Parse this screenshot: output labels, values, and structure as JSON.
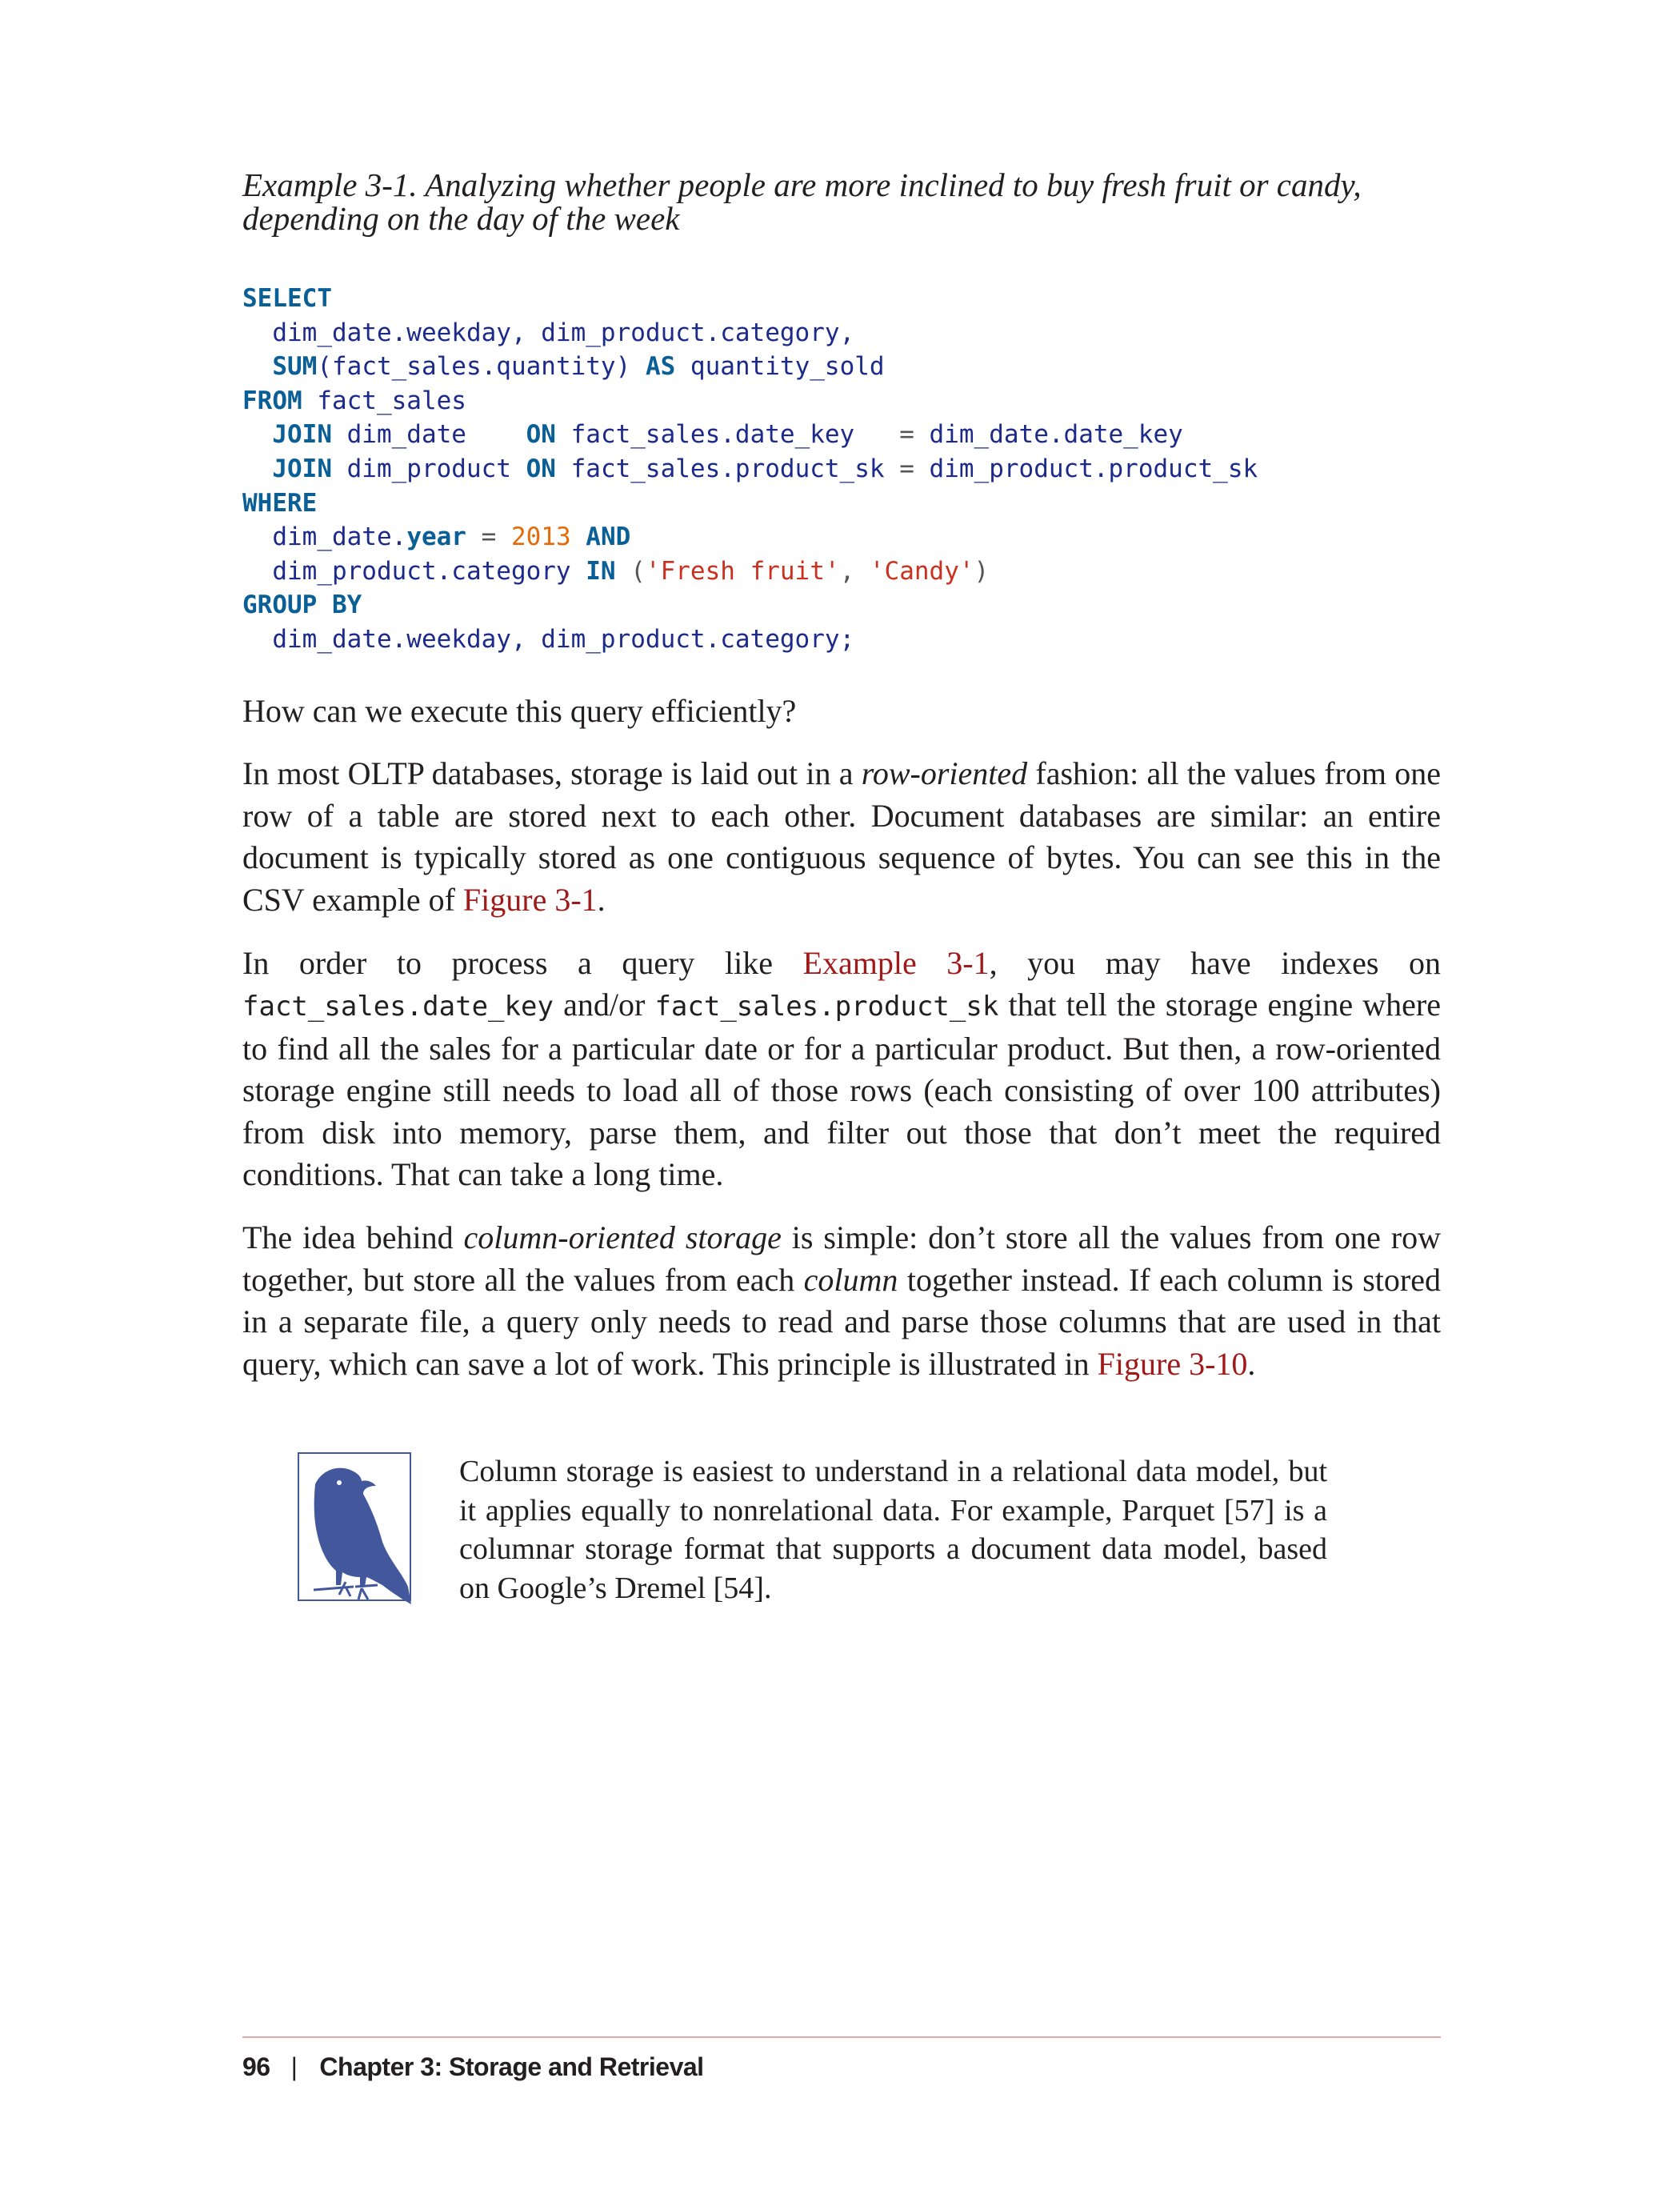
{
  "example": {
    "caption_line1": "Example 3-1. Analyzing whether people are more inclined to buy fresh fruit or candy,",
    "caption_line2": "depending on the day of the week"
  },
  "code": {
    "select": "SELECT",
    "l2": "  dim_date.weekday, dim_product.category,",
    "l3_fn": "SUM",
    "l3_arg": "(fact_sales.quantity) ",
    "l3_as": "AS",
    "l3_alias": " quantity_sold",
    "from": "FROM",
    "from_tbl": " fact_sales",
    "join": "JOIN",
    "j1_tbl": " dim_date    ",
    "on": "ON",
    "j1_cond_a": " fact_sales.date_key   ",
    "eq": "=",
    "j1_cond_b": " dim_date.date_key",
    "j2_tbl": " dim_product ",
    "j2_cond_a": " fact_sales.product_sk ",
    "j2_cond_b": " dim_product.product_sk",
    "where": "WHERE",
    "w1_a": "  dim_date.",
    "w1_year": "year",
    "w1_eq": " = ",
    "w1_num": "2013",
    "and": "AND",
    "w2_a": "  dim_product.category ",
    "in": "IN",
    "w2_open": " (",
    "str1": "'Fresh fruit'",
    "comma": ", ",
    "str2": "'Candy'",
    "w2_close": ")",
    "group_by": "GROUP BY",
    "g1": "  dim_date.weekday, dim_product.category;"
  },
  "paragraphs": {
    "p1": "How can we execute this query efficiently?",
    "p2_a": "In most OLTP databases, storage is laid out in a ",
    "p2_em": "row-oriented",
    "p2_b": " fashion: all the values from one row of a table are stored next to each other. Document databases are simi­lar: an entire document is typically stored as one contiguous sequence of bytes. You can see this in the CSV example of ",
    "p2_xref": "Figure 3-1",
    "p2_c": ".",
    "p3_a": "In order to process a query like ",
    "p3_xref": "Example 3-1",
    "p3_b": ", you may have indexes on ",
    "p3_code1": "fact_sales.date_key",
    "p3_c": " and/or ",
    "p3_code2": "fact_sales.product_sk",
    "p3_d": " that tell the storage engine where to find all the sales for a particular date or for a particular product. But then, a row-oriented storage engine still needs to load all of those rows (each consisting of over 100 attributes) from disk into memory, parse them, and filter out those that don’t meet the required conditions. That can take a long time.",
    "p4_a": "The idea behind ",
    "p4_em1": "column-oriented storage",
    "p4_b": " is simple: don’t store all the values from one row together, but store all the values from each ",
    "p4_em2": "column",
    "p4_c": " together instead. If each col­umn is stored in a separate file, a query only needs to read and parse those columns that are used in that query, which can save a lot of work. This principle is illustrated in ",
    "p4_xref": "Figure 3-10",
    "p4_d": "."
  },
  "note": {
    "icon": "bird-icon",
    "text": "Column storage is easiest to understand in a relational data model, but it applies equally to nonrelational data. For example, Parquet [57] is a columnar storage format that supports a document data model, based on Google’s Dremel [54]."
  },
  "footer": {
    "page_number": "96",
    "separator": "|",
    "chapter": "Chapter 3: Storage and Retrieval"
  },
  "colors": {
    "keyword": "#0b5f97",
    "identifier": "#1c2a8a",
    "number": "#e46a0a",
    "string": "#c8321e",
    "xref": "#a01a1a",
    "icon_fill": "#43589c"
  }
}
